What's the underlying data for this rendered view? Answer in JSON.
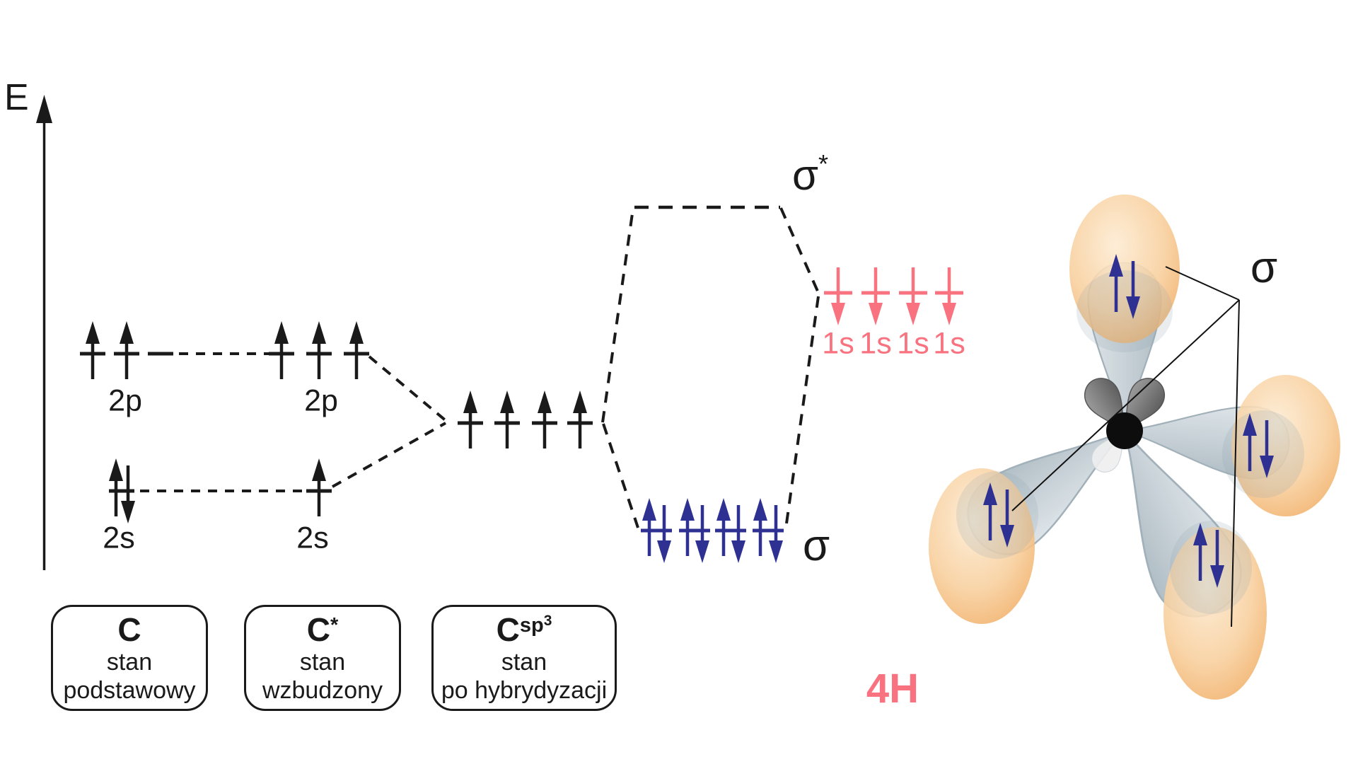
{
  "axis": {
    "label": "E"
  },
  "carbon_levels": {
    "ground": {
      "p_label": "2p",
      "s_label": "2s"
    },
    "excited": {
      "p_label": "2p",
      "s_label": "2s"
    }
  },
  "molecular_orbitals": {
    "sigma_antibonding": {
      "base": "σ",
      "sup": "*"
    },
    "sigma_bonding": "σ"
  },
  "hydrogen": {
    "orbital_labels": [
      "1s",
      "1s",
      "1s",
      "1s"
    ],
    "count_label": "4H"
  },
  "molecule": {
    "bond_label": "σ"
  },
  "state_boxes": [
    {
      "symbol": "C",
      "sup": "",
      "sup_exp": "",
      "line1": "stan",
      "line2": "podstawowy"
    },
    {
      "symbol": "C",
      "sup": "*",
      "sup_exp": "",
      "line1": "stan",
      "line2": "wzbudzony"
    },
    {
      "symbol": "C",
      "sup": "sp",
      "sup_exp": "3",
      "line1": "stan",
      "line2": "po hybrydyzacji"
    }
  ],
  "colors": {
    "ink": "#1a1a1a",
    "navy": "#2e3192",
    "pink": "#f8737f",
    "sphere_edge": "#efa658",
    "sphere_mid": "#f8cf9d",
    "sphere_light": "#fdebd2",
    "lobe_light": "#d7dee2",
    "lobe_dark": "#b2bfc6",
    "lobe_edge": "#9dadb6"
  }
}
